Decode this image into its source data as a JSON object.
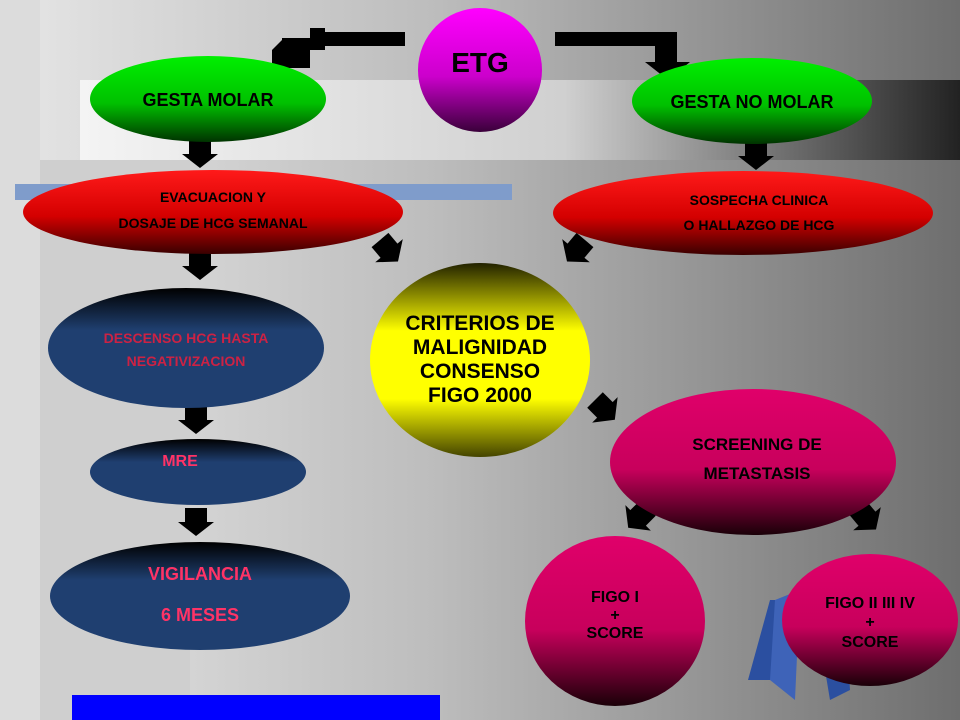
{
  "nodes": {
    "etg": "ETG",
    "gesta_molar": "GESTA MOLAR",
    "gesta_no_molar": "GESTA NO MOLAR",
    "evacuacion": [
      "EVACUACION  Y",
      "DOSAJE DE HCG SEMANAL"
    ],
    "sospecha": [
      "SOSPECHA CLINICA",
      "O HALLAZGO DE HCG"
    ],
    "criterios": [
      "CRITERIOS DE",
      "MALIGNIDAD",
      "CONSENSO",
      "FIGO 2000"
    ],
    "descenso": [
      "DESCENSO HCG HASTA",
      "NEGATIVIZACION"
    ],
    "mre": "MRE",
    "vigilancia": [
      "VIGILANCIA",
      "6 MESES"
    ],
    "screening": [
      "SCREENING DE",
      "METASTASIS"
    ],
    "figo_i": [
      "FIGO I",
      "+",
      "SCORE"
    ],
    "figo_ii_iv": [
      "FIGO II III IV",
      "+",
      "SCORE"
    ]
  },
  "colors": {
    "green": "#00d000",
    "red": "#e00000",
    "navy": "#1f3f70",
    "yellow": "#ffff00",
    "magenta": "#e0006a",
    "purple": "#e000e0",
    "descenso_text": "#cc2244",
    "mre_text": "#ff3366",
    "vigilancia_text": "#ff3366"
  }
}
